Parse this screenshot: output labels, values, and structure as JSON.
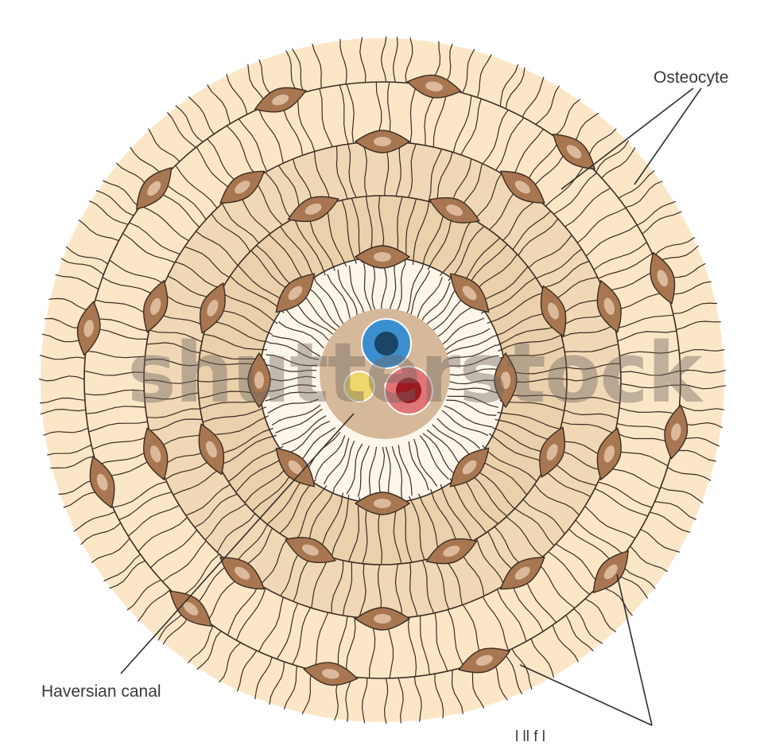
{
  "labels": {
    "osteocyte": "Osteocyte",
    "haversian_canal": "Haversian canal",
    "bottom_cut": "l                     ll   f                l"
  },
  "watermark": "shutterstock",
  "colors": {
    "outer_bone": "#fbe7c7",
    "ring2": "#f0d8b6",
    "ring3": "#ead0ab",
    "ring4": "#f3e2c8",
    "inner_zone": "#fdf6ea",
    "canal": "#d6b89a",
    "osteocyte_body": "#a87752",
    "osteocyte_nucleus": "#dcb99a",
    "line": "#3b2c22",
    "vein": "#3b8fcf",
    "vein_core": "#1c4466",
    "artery": "#e07577",
    "artery_core": "#9b1a22",
    "nerve": "#f0d76c"
  }
}
